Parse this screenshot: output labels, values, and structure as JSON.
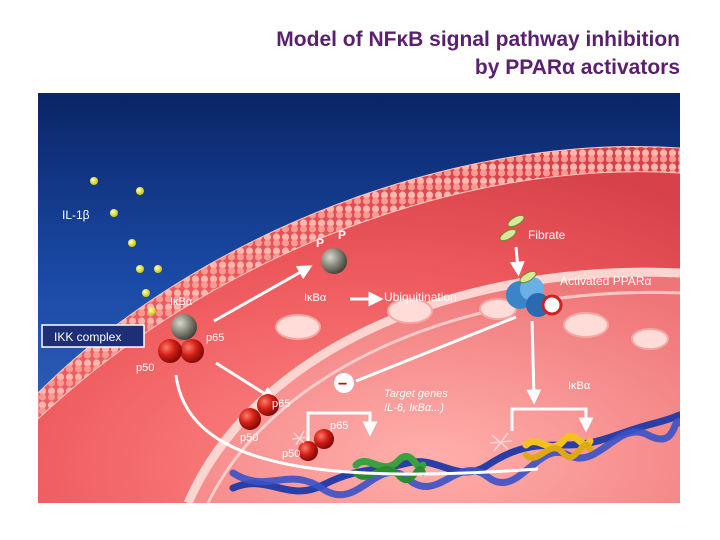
{
  "slide": {
    "title_line1": "Model of NFκB signal pathway inhibition",
    "title_line2": "by PPARα activators"
  },
  "labels": {
    "il1b": "IL-1β",
    "ikk_complex": "IKK complex",
    "ikba_top": "IκBα",
    "p65_cyto": "p65",
    "p50_cyto": "p50",
    "p_left": "P",
    "p_right": "P",
    "ikba_mid": "IκBα",
    "ubiquitination": "Ubiquitination",
    "fibrate": "Fibrate",
    "activated_ppara": "Activated PPARα",
    "ikba_right": "IκBα",
    "target_genes_line1": "Target genes",
    "target_genes_line2": "IL-6, IκBα...)",
    "p65_nuc1": "p65",
    "p50_nuc1": "p50",
    "p65_nuc2": "p65",
    "p50_nuc2": "p50",
    "inhibit_sign": "−"
  },
  "colors": {
    "title": "#5a1f6e",
    "background_top": "#0a2a6e",
    "cell": "#e8505a",
    "p65_p50": "#c41a14",
    "ikba": "#8a8a80",
    "ikk_box": "#1e2f78",
    "dna_blue": "#2a3ea8",
    "dna_green": "#3a9a3a",
    "dna_yellow": "#f0c020"
  }
}
